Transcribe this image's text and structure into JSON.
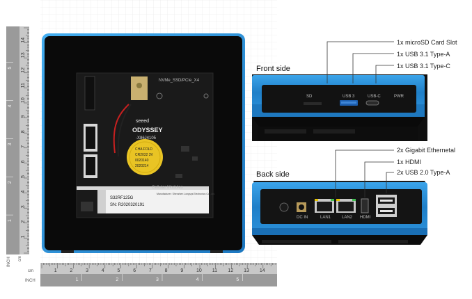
{
  "views": {
    "front_title": "Front side",
    "back_title": "Back side"
  },
  "callouts": {
    "front": [
      {
        "label": "1x microSD Card Slot"
      },
      {
        "label": "1x USB 3.1 Type-A"
      },
      {
        "label": "1x USB 3.1 Type-C"
      }
    ],
    "back": [
      {
        "label": "2x Gigabit Ethernetal"
      },
      {
        "label": "1x HDMI"
      },
      {
        "label": "2x USB 2.0 Type-A"
      }
    ]
  },
  "board": {
    "brand": "seeed",
    "model": "ODYSSEY",
    "model_sub": "-X86J4105",
    "top_label": "NVMe_SSD/PCIe_X4",
    "bottom_label": "Cellular Modules",
    "sn_label": "SN: R2020320191",
    "ssd_label": "S32RF125G",
    "mfr_label": "Manufacturer: Shenzhen Longsys Electronics Co.,Ltd.",
    "battery_lines": [
      "CHA FOLD",
      "CR2032 3V",
      "0020140",
      "2020214"
    ]
  },
  "port_labels": {
    "front": [
      "SD",
      "USB 3",
      "USB-C",
      "PWR"
    ],
    "back": [
      "DC IN",
      "LAN1",
      "LAN2",
      "HDMI"
    ]
  },
  "rulers": {
    "vertical": {
      "cm_label": "cm",
      "inch_label": "INCH",
      "cm_ticks": [
        "1",
        "2",
        "3",
        "4",
        "5",
        "6",
        "7",
        "8",
        "9",
        "10",
        "11",
        "12",
        "13",
        "14"
      ],
      "inch_ticks": [
        "1",
        "2",
        "3",
        "4",
        "5"
      ]
    },
    "horizontal": {
      "cm_label": "cm",
      "inch_label": "INCH",
      "cm_ticks": [
        "1",
        "2",
        "3",
        "4",
        "5",
        "6",
        "7",
        "8",
        "9",
        "10",
        "11",
        "12",
        "13",
        "14"
      ],
      "inch_ticks": [
        "1",
        "2",
        "3",
        "4",
        "5"
      ]
    }
  },
  "colors": {
    "case_blue": "#2a8fd8",
    "case_black": "#0d0d0d",
    "pcb_black": "#1a1a1a",
    "battery_yellow": "#e9c424",
    "ruler_gray": "#9a9a9a"
  }
}
